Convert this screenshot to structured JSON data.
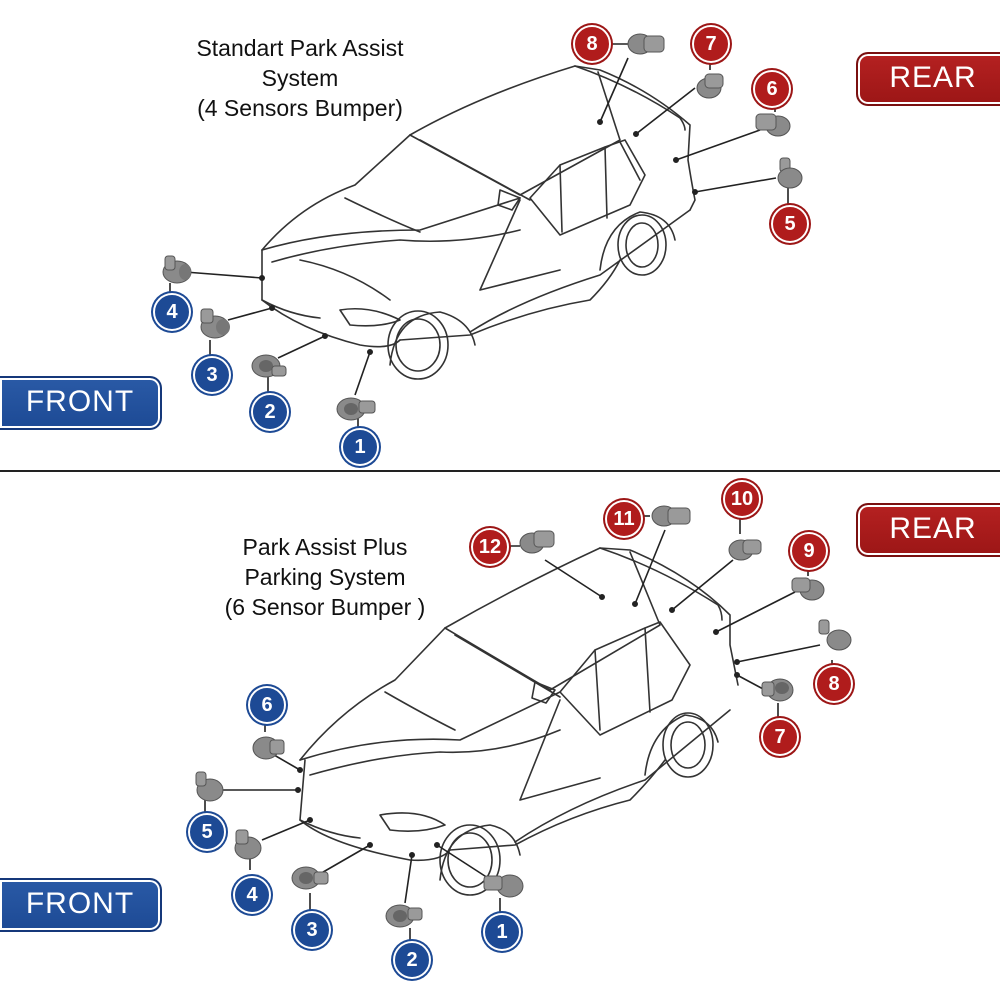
{
  "diagrams": [
    {
      "title_lines": [
        "Standart Park Assist",
        "System",
        "(4 Sensors Bumper)"
      ],
      "front_label": "FRONT",
      "rear_label": "REAR",
      "front_sensors": [
        "1",
        "2",
        "3",
        "4"
      ],
      "rear_sensors": [
        "5",
        "6",
        "7",
        "8"
      ]
    },
    {
      "title_lines": [
        "Park Assist Plus",
        "Parking System",
        "(6 Sensor Bumper )"
      ],
      "front_label": "FRONT",
      "rear_label": "REAR",
      "front_sensors": [
        "1",
        "2",
        "3",
        "4",
        "5",
        "6"
      ],
      "rear_sensors": [
        "7",
        "8",
        "9",
        "10",
        "11",
        "12"
      ]
    }
  ],
  "colors": {
    "front_accent": "#1d4a95",
    "rear_accent": "#b01c1c",
    "sensor_body": "#8a8a8a",
    "car_outline": "#333333"
  }
}
